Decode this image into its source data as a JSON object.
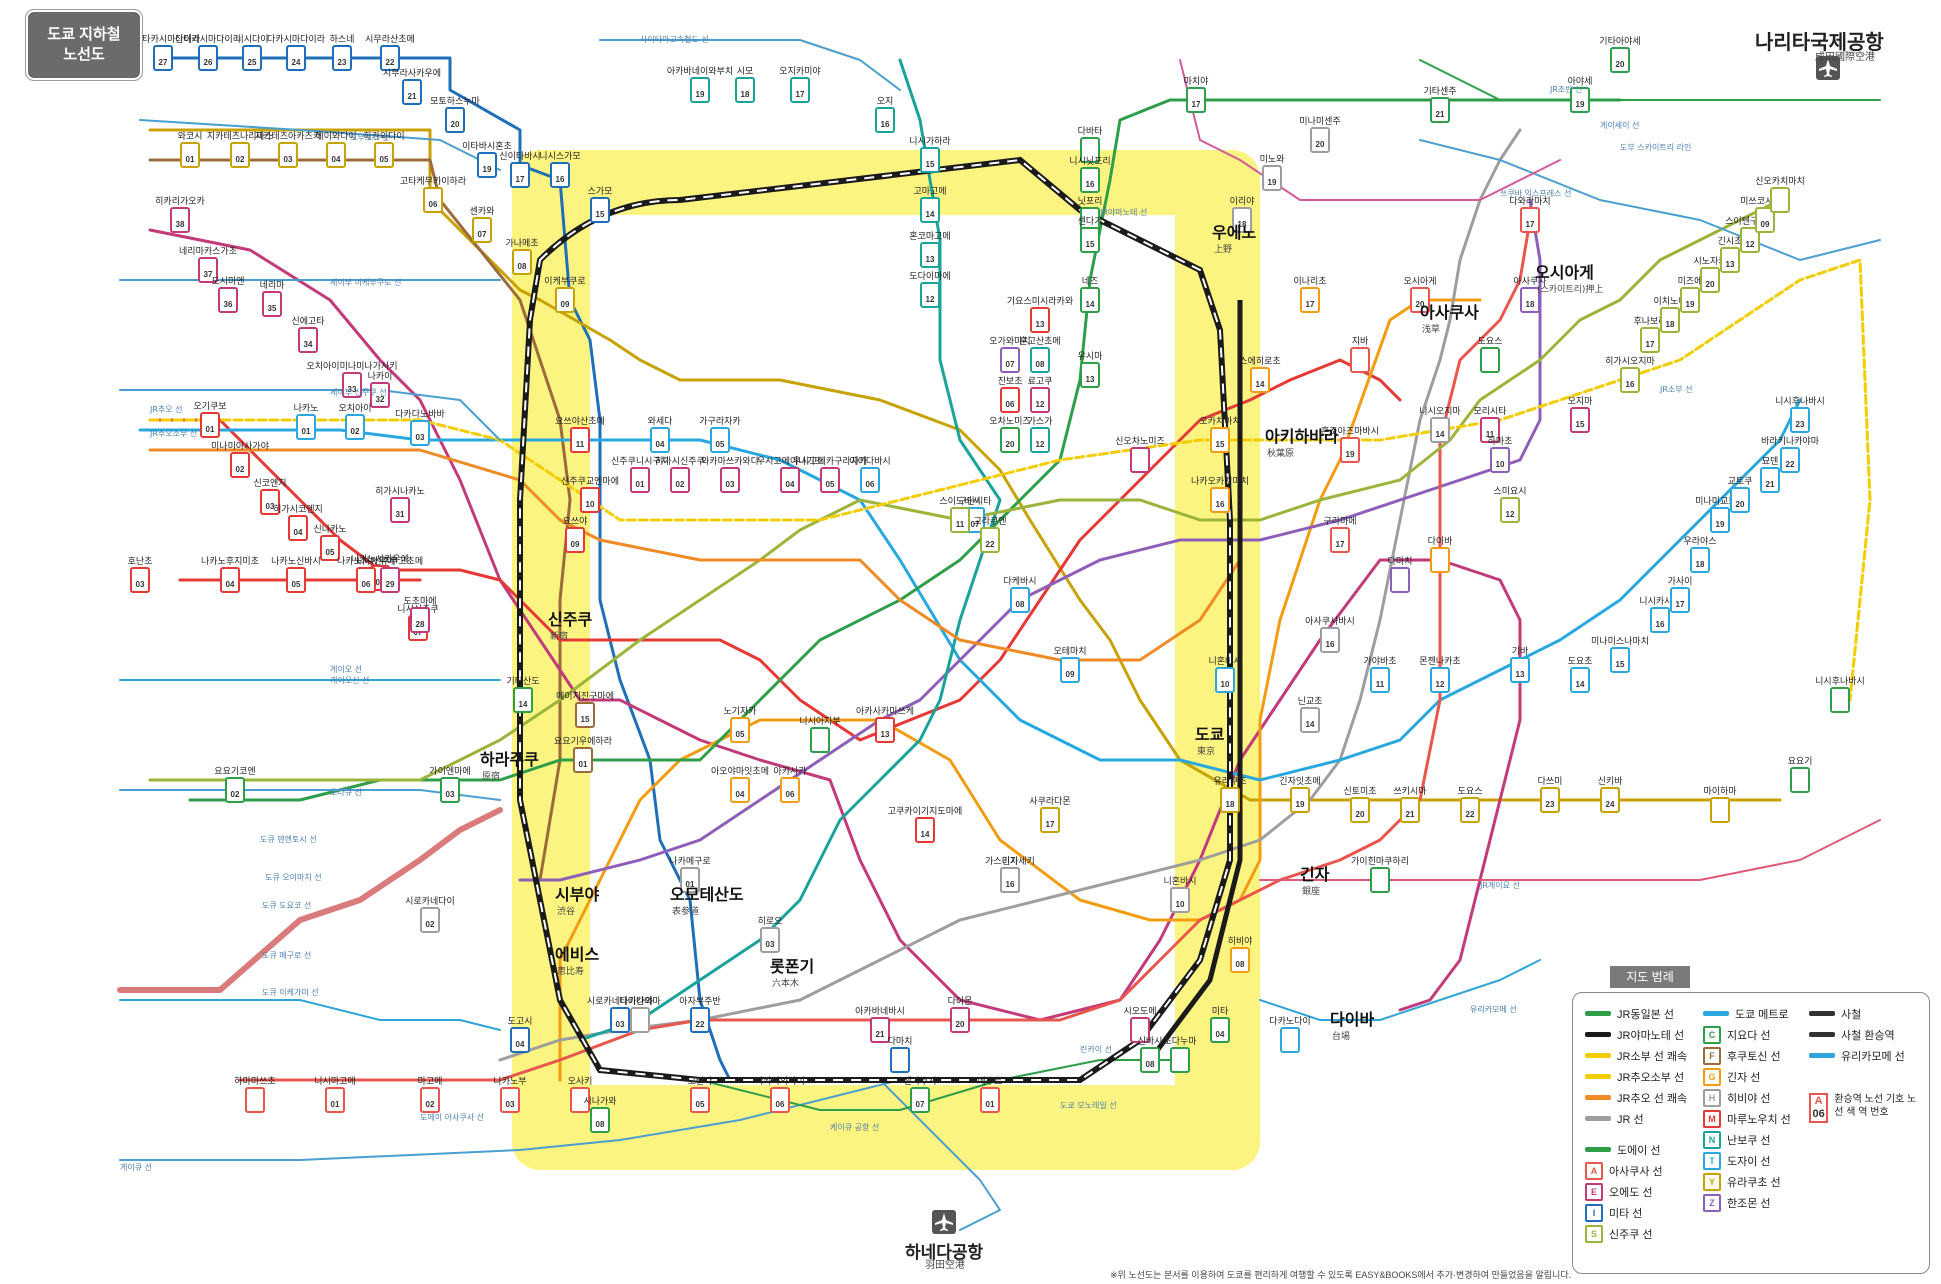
{
  "title": [
    "도쿄 지하철",
    "노선도"
  ],
  "airports": {
    "narita": {
      "name": "나리타국제공항",
      "sub": "成田國際空港"
    },
    "haneda": {
      "name": "하네다공항",
      "sub": "羽田空港"
    }
  },
  "colors": {
    "yamanote_zone": "#fbf26a",
    "jr_yamanote": "#85c440",
    "ginza": "#f39c12",
    "marunouchi": "#e53935",
    "hibiya": "#9e9e9e",
    "tozai": "#29a8e0",
    "chiyoda": "#2e9e48",
    "yurakucho": "#c8a200",
    "hanzomon": "#8e5fb8",
    "namboku": "#1aa39a",
    "fukutoshin": "#9c6b3c",
    "asakusa": "#e8564d",
    "mita": "#1f6fb8",
    "shinjuku": "#9bb43a",
    "oedo": "#c23a7a",
    "jr_chuo": "#f08a24",
    "jr_sobu": "#f3cd00",
    "jr_keihin": "#2fa6d9",
    "private": "#4a9fd0"
  },
  "lines": [
    {
      "id": "yamanote",
      "color": "#1a1a1a",
      "name": "JR야마노테 선"
    },
    {
      "id": "ginza",
      "color": "#f39c12",
      "name": "긴자 선"
    },
    {
      "id": "marunouchi",
      "color": "#e53935",
      "name": "마루노우치 선"
    },
    {
      "id": "hibiya",
      "color": "#9e9e9e",
      "name": "히비야 선"
    },
    {
      "id": "tozai",
      "color": "#29a8e0",
      "name": "도자이 선"
    },
    {
      "id": "chiyoda",
      "color": "#2e9e48",
      "name": "지요다 선"
    },
    {
      "id": "yurakucho",
      "color": "#c8a200",
      "name": "유라쿠초 선"
    },
    {
      "id": "hanzomon",
      "color": "#8e5fb8",
      "name": "한조몬 선"
    },
    {
      "id": "namboku",
      "color": "#1aa39a",
      "name": "난보쿠 선"
    },
    {
      "id": "fukutoshin",
      "color": "#9c6b3c",
      "name": "후쿠토신 선"
    },
    {
      "id": "asakusa",
      "color": "#e8564d",
      "name": "아사쿠사 선"
    },
    {
      "id": "mita",
      "color": "#1f6fb8",
      "name": "미타 선"
    },
    {
      "id": "shinjuku",
      "color": "#9bb43a",
      "name": "신주쿠 선"
    },
    {
      "id": "oedo",
      "color": "#c23a7a",
      "name": "오에도 선"
    }
  ],
  "major_stations": [
    {
      "id": "shinjuku",
      "name": "신주쿠",
      "sub": "新宿"
    },
    {
      "id": "harajuku",
      "name": "하라주쿠",
      "sub": "原宿"
    },
    {
      "id": "shibuya",
      "name": "시부야",
      "sub": "渋谷"
    },
    {
      "id": "ebisu",
      "name": "에비스",
      "sub": "恵比寿"
    },
    {
      "id": "omotesando",
      "name": "오모테산도",
      "sub": "表参道"
    },
    {
      "id": "roppongi",
      "name": "롯폰기",
      "sub": "六本木"
    },
    {
      "id": "tokyo",
      "name": "도쿄",
      "sub": "東京"
    },
    {
      "id": "ginza",
      "name": "긴자",
      "sub": "銀座"
    },
    {
      "id": "ueno",
      "name": "우에노",
      "sub": "上野"
    },
    {
      "id": "akihabara",
      "name": "아키하바라",
      "sub": "秋葉原"
    },
    {
      "id": "asakusa",
      "name": "아사쿠사",
      "sub": "浅草"
    },
    {
      "id": "oshiage",
      "name": "오시아게",
      "sub": "(스카이트리)押上"
    },
    {
      "id": "daiba",
      "name": "다이바",
      "sub": "台場"
    }
  ],
  "stations": [
    {
      "name": "니시타카시마다이라",
      "code": "27"
    },
    {
      "name": "신타카시마다이라",
      "code": "26"
    },
    {
      "name": "니시다이",
      "code": "25"
    },
    {
      "name": "다카시마다이라",
      "code": "24"
    },
    {
      "name": "하스네",
      "code": "23"
    },
    {
      "name": "시무라산초메",
      "code": "22"
    },
    {
      "name": "시무라사카우에",
      "code": "21"
    },
    {
      "name": "모토하스누마",
      "code": "20"
    },
    {
      "name": "이타바시혼초",
      "code": "19"
    },
    {
      "name": "신이타바시",
      "code": "17"
    },
    {
      "name": "니시스가모",
      "code": "16"
    },
    {
      "name": "스가모",
      "code": "15"
    },
    {
      "name": "아카바네이와부치",
      "code": "19"
    },
    {
      "name": "시모",
      "code": "18"
    },
    {
      "name": "오지카미야",
      "code": "17"
    },
    {
      "name": "오지",
      "code": "16"
    },
    {
      "name": "니시가하라",
      "code": "15"
    },
    {
      "name": "고마고메",
      "code": "14"
    },
    {
      "name": "혼코마고메",
      "code": "13"
    },
    {
      "name": "도다이마에",
      "code": "12"
    },
    {
      "name": "다바타",
      "code": ""
    },
    {
      "name": "니시닛포리",
      "code": "16"
    },
    {
      "name": "닛포리",
      "code": ""
    },
    {
      "name": "센다기",
      "code": "15"
    },
    {
      "name": "네즈",
      "code": "14"
    },
    {
      "name": "유시마",
      "code": "13"
    },
    {
      "name": "마치야",
      "code": "17"
    },
    {
      "name": "미노와",
      "code": "19"
    },
    {
      "name": "이리야",
      "code": "18"
    },
    {
      "name": "미나미센주",
      "code": "20"
    },
    {
      "name": "기타센주",
      "code": "21"
    },
    {
      "name": "아야세",
      "code": "19"
    },
    {
      "name": "기타아야세",
      "code": "20"
    },
    {
      "name": "와코시",
      "code": "01"
    },
    {
      "name": "지카테츠나리마스",
      "code": "02"
    },
    {
      "name": "지카테츠아카츠카",
      "code": "03"
    },
    {
      "name": "헤이와다이",
      "code": "04"
    },
    {
      "name": "히카와다이",
      "code": "05"
    },
    {
      "name": "고타케무카이하라",
      "code": "06"
    },
    {
      "name": "센카와",
      "code": "07"
    },
    {
      "name": "가나메초",
      "code": "08"
    },
    {
      "name": "이케부쿠로",
      "code": "09"
    },
    {
      "name": "히카리가오카",
      "code": "38"
    },
    {
      "name": "네리마카스가초",
      "code": "37"
    },
    {
      "name": "도시마엔",
      "code": "36"
    },
    {
      "name": "네리마",
      "code": "35"
    },
    {
      "name": "신에고타",
      "code": "34"
    },
    {
      "name": "오치아이미나미나가사키",
      "code": "33"
    },
    {
      "name": "나카이",
      "code": "32"
    },
    {
      "name": "오기쿠보",
      "code": "01"
    },
    {
      "name": "미나미아사가야",
      "code": "02"
    },
    {
      "name": "신코엔지",
      "code": "03"
    },
    {
      "name": "히가시코엔지",
      "code": "04"
    },
    {
      "name": "신나카노",
      "code": "05"
    },
    {
      "name": "나카노사카우에",
      "code": "06"
    },
    {
      "name": "니시신주쿠",
      "code": "07"
    },
    {
      "name": "나카노",
      "code": "01"
    },
    {
      "name": "오치아이",
      "code": "02"
    },
    {
      "name": "다카다노바바",
      "code": "03"
    },
    {
      "name": "와세다",
      "code": "04"
    },
    {
      "name": "가구라자카",
      "code": "05"
    },
    {
      "name": "이이다바시",
      "code": "06"
    },
    {
      "name": "구단시타",
      "code": "07"
    },
    {
      "name": "다케바시",
      "code": "08"
    },
    {
      "name": "오테마치",
      "code": "09"
    },
    {
      "name": "니혼바시",
      "code": "10"
    },
    {
      "name": "가야바초",
      "code": "11"
    },
    {
      "name": "몬젠나카초",
      "code": "12"
    },
    {
      "name": "기바",
      "code": "13"
    },
    {
      "name": "도요초",
      "code": "14"
    },
    {
      "name": "미나미스나마치",
      "code": "15"
    },
    {
      "name": "니시카사이",
      "code": "16"
    },
    {
      "name": "가사이",
      "code": "17"
    },
    {
      "name": "우라야스",
      "code": "18"
    },
    {
      "name": "미나미교토쿠",
      "code": "19"
    },
    {
      "name": "교토쿠",
      "code": "20"
    },
    {
      "name": "묘덴",
      "code": "21"
    },
    {
      "name": "바라키나카야마",
      "code": "22"
    },
    {
      "name": "니시후나바시",
      "code": "23"
    },
    {
      "name": "호난초",
      "code": "03"
    },
    {
      "name": "나카노후지미초",
      "code": "04"
    },
    {
      "name": "나카노신바시",
      "code": "05"
    },
    {
      "name": "나카노사카우에",
      "code": "06"
    },
    {
      "name": "히가시나카노",
      "code": "31"
    },
    {
      "name": "니시신주쿠고초메",
      "code": "29"
    },
    {
      "name": "도초마에",
      "code": "28"
    },
    {
      "name": "신주쿠니시구치",
      "code": "01"
    },
    {
      "name": "히가시신주쿠",
      "code": "02"
    },
    {
      "name": "와카마쓰카와다",
      "code": "03"
    },
    {
      "name": "우시고메야나기초",
      "code": "04"
    },
    {
      "name": "우시고메카구라자카",
      "code": "05"
    },
    {
      "name": "요쓰야산초메",
      "code": "11"
    },
    {
      "name": "신주쿠교엔마에",
      "code": "10"
    },
    {
      "name": "요쓰야",
      "code": "09"
    },
    {
      "name": "아카사카미쓰케",
      "code": "13"
    },
    {
      "name": "고쿠카이기지도마에",
      "code": "14"
    },
    {
      "name": "가스미가세키",
      "code": "15"
    },
    {
      "name": "긴자",
      "code": "16"
    },
    {
      "name": "사쿠라다몬",
      "code": "17"
    },
    {
      "name": "유라쿠초",
      "code": "18"
    },
    {
      "name": "긴자잇초메",
      "code": "19"
    },
    {
      "name": "신토미초",
      "code": "20"
    },
    {
      "name": "쓰키시마",
      "code": "21"
    },
    {
      "name": "도요스",
      "code": "22"
    },
    {
      "name": "다쓰미",
      "code": "23"
    },
    {
      "name": "신키바",
      "code": "24"
    },
    {
      "name": "마이하마",
      "code": ""
    },
    {
      "name": "요요기",
      "code": ""
    },
    {
      "name": "기타산도",
      "code": "14"
    },
    {
      "name": "메이지진구마에",
      "code": "15"
    },
    {
      "name": "요요기우에하라",
      "code": "01"
    },
    {
      "name": "요요기코엔",
      "code": "02"
    },
    {
      "name": "가이엔마에",
      "code": "03"
    },
    {
      "name": "아오야마잇초메",
      "code": "04"
    },
    {
      "name": "아카사카",
      "code": "06"
    },
    {
      "name": "노기자카",
      "code": "05"
    },
    {
      "name": "니시아자부",
      "code": ""
    },
    {
      "name": "히로오",
      "code": "03"
    },
    {
      "name": "나카메구로",
      "code": "01"
    },
    {
      "name": "다이칸야마",
      "code": ""
    },
    {
      "name": "시로카네다이",
      "code": "02"
    },
    {
      "name": "시로카네타카나와",
      "code": "03"
    },
    {
      "name": "아자부주반",
      "code": "22"
    },
    {
      "name": "아카바네바시",
      "code": "21"
    },
    {
      "name": "다이몬",
      "code": "20"
    },
    {
      "name": "시오도메",
      "code": ""
    },
    {
      "name": "미타",
      "code": "04"
    },
    {
      "name": "다마치",
      "code": ""
    },
    {
      "name": "센가쿠지",
      "code": "07"
    },
    {
      "name": "다카나와다이",
      "code": "06"
    },
    {
      "name": "고탄다",
      "code": "05"
    },
    {
      "name": "오사키",
      "code": ""
    },
    {
      "name": "시나가와",
      "code": "08"
    },
    {
      "name": "메구로",
      "code": "01"
    },
    {
      "name": "도고시",
      "code": "04"
    },
    {
      "name": "나카노부",
      "code": "03"
    },
    {
      "name": "마고메",
      "code": "02"
    },
    {
      "name": "니시마고메",
      "code": "01"
    },
    {
      "name": "하마마쓰초",
      "code": ""
    },
    {
      "name": "신바시",
      "code": "08"
    },
    {
      "name": "히비야",
      "code": "08"
    },
    {
      "name": "니혼바시",
      "code": "10"
    },
    {
      "name": "닌교초",
      "code": "14"
    },
    {
      "name": "아사쿠사바시",
      "code": "16"
    },
    {
      "name": "구라마에",
      "code": "17"
    },
    {
      "name": "혼조아즈마바시",
      "code": "19"
    },
    {
      "name": "오시아게",
      "code": "20"
    },
    {
      "name": "다와라마치",
      "code": "17"
    },
    {
      "name": "이나리초",
      "code": "17"
    },
    {
      "name": "스에히로초",
      "code": "14"
    },
    {
      "name": "오카치마치",
      "code": "15"
    },
    {
      "name": "나카오카치마치",
      "code": "16"
    },
    {
      "name": "신오차노미즈",
      "code": ""
    },
    {
      "name": "오차노미즈",
      "code": "20"
    },
    {
      "name": "진보초",
      "code": "06"
    },
    {
      "name": "오가와마치",
      "code": "07"
    },
    {
      "name": "스이도바시",
      "code": "11"
    },
    {
      "name": "고라쿠엔",
      "code": "22"
    },
    {
      "name": "가스가",
      "code": "12"
    },
    {
      "name": "혼고산초메",
      "code": "08"
    },
    {
      "name": "료고쿠",
      "code": "12"
    },
    {
      "name": "기요스미시라카와",
      "code": "13"
    },
    {
      "name": "모리시타",
      "code": "11"
    },
    {
      "name": "하마초",
      "code": "10"
    },
    {
      "name": "스미요시",
      "code": "12"
    },
    {
      "name": "니시오지마",
      "code": "14"
    },
    {
      "name": "오지마",
      "code": "15"
    },
    {
      "name": "히가시오지마",
      "code": "16"
    },
    {
      "name": "후나보리",
      "code": "17"
    },
    {
      "name": "이치노에",
      "code": "18"
    },
    {
      "name": "미즈에",
      "code": "19"
    },
    {
      "name": "시노자키",
      "code": "20"
    },
    {
      "name": "긴시초",
      "code": "13"
    },
    {
      "name": "스이텐구마에",
      "code": "12"
    },
    {
      "name": "미쓰코시마에",
      "code": "09"
    },
    {
      "name": "신오카치마치",
      "code": ""
    },
    {
      "name": "아사쿠사",
      "code": "18"
    },
    {
      "name": "다마치",
      "code": ""
    },
    {
      "name": "다이바",
      "code": ""
    },
    {
      "name": "도요스",
      "code": ""
    },
    {
      "name": "지바",
      "code": ""
    },
    {
      "name": "초다누마",
      "code": ""
    },
    {
      "name": "다카노다이",
      "code": ""
    },
    {
      "name": "가이힌마쿠하리",
      "code": ""
    },
    {
      "name": "니시후나바시",
      "code": ""
    }
  ],
  "line_labels": [
    "사이타마고속철도 선",
    "도부토조 선",
    "세이부 이케부쿠로 선",
    "세이부 신주쿠 선",
    "JR추오 선",
    "JR추오소부 선",
    "게이오 선",
    "게이오신 선",
    "오다큐 선",
    "도큐 덴엔토시 선",
    "도큐 오이마치 선",
    "도큐 도요코 선",
    "도큐 메구로 선",
    "도큐 이케가미 선",
    "게이큐 선",
    "도쿄 모노레일 선",
    "린카이 선",
    "유리카모메 선",
    "JR게이요 선",
    "JR소부 선",
    "게이세이 선",
    "쓰쿠바 익스프레스 선",
    "JR조반 선",
    "도부 스카이트리 라인",
    "JR야마노테 선",
    "도에이 아사쿠사 선",
    "케이큐 공항 선"
  ],
  "legend": {
    "title": "지도 범례",
    "col1": [
      {
        "label": "JR동일본 선",
        "type": "jr"
      },
      {
        "label": "JR야마노테 선",
        "type": "yamanote"
      },
      {
        "label": "JR소부 선 쾌속",
        "type": "sobu"
      },
      {
        "label": "JR추오소부 선",
        "type": "chuosobu"
      },
      {
        "label": "JR추오 선 쾌속",
        "type": "chuo"
      },
      {
        "label": "JR 선",
        "type": "jrline"
      }
    ],
    "col1b": [
      {
        "label": "도에이 선",
        "type": "toei"
      },
      {
        "label": "아사쿠사 선",
        "code": "A",
        "color": "#e8564d"
      },
      {
        "label": "오에도 선",
        "code": "E",
        "color": "#c23a7a"
      },
      {
        "label": "미타 선",
        "code": "I",
        "color": "#1f6fb8"
      },
      {
        "label": "신주쿠 선",
        "code": "S",
        "color": "#9bb43a"
      }
    ],
    "col2": [
      {
        "label": "도쿄 메트로",
        "type": "metro"
      },
      {
        "label": "지요다 선",
        "code": "C",
        "color": "#2e9e48"
      },
      {
        "label": "후쿠토신 선",
        "code": "F",
        "color": "#9c6b3c"
      },
      {
        "label": "긴자 선",
        "code": "G",
        "color": "#f39c12"
      },
      {
        "label": "히비야 선",
        "code": "H",
        "color": "#9e9e9e"
      },
      {
        "label": "마루노우치 선",
        "code": "M",
        "color": "#e53935"
      },
      {
        "label": "난보쿠 선",
        "code": "N",
        "color": "#1aa39a"
      },
      {
        "label": "도자이 선",
        "code": "T",
        "color": "#29a8e0"
      },
      {
        "label": "유라쿠초 선",
        "code": "Y",
        "color": "#c8a200"
      },
      {
        "label": "한조몬 선",
        "code": "Z",
        "color": "#8e5fb8"
      }
    ],
    "col3": [
      {
        "label": "사철",
        "type": "private"
      },
      {
        "label": "사철 환승역",
        "type": "transfer"
      },
      {
        "label": "유리카모메 선",
        "type": "yurikamome"
      }
    ],
    "station_code": {
      "code": "A",
      "num": "06",
      "label": "환승역 노선 기호 노선 색 역 번호"
    }
  },
  "footnote": "※위 노선도는 본서를 이용하여 도쿄를 편리하게 여행할 수 있도록 EASY&BOOKS에서 추가·변경하여 만들었음을 알립니다."
}
